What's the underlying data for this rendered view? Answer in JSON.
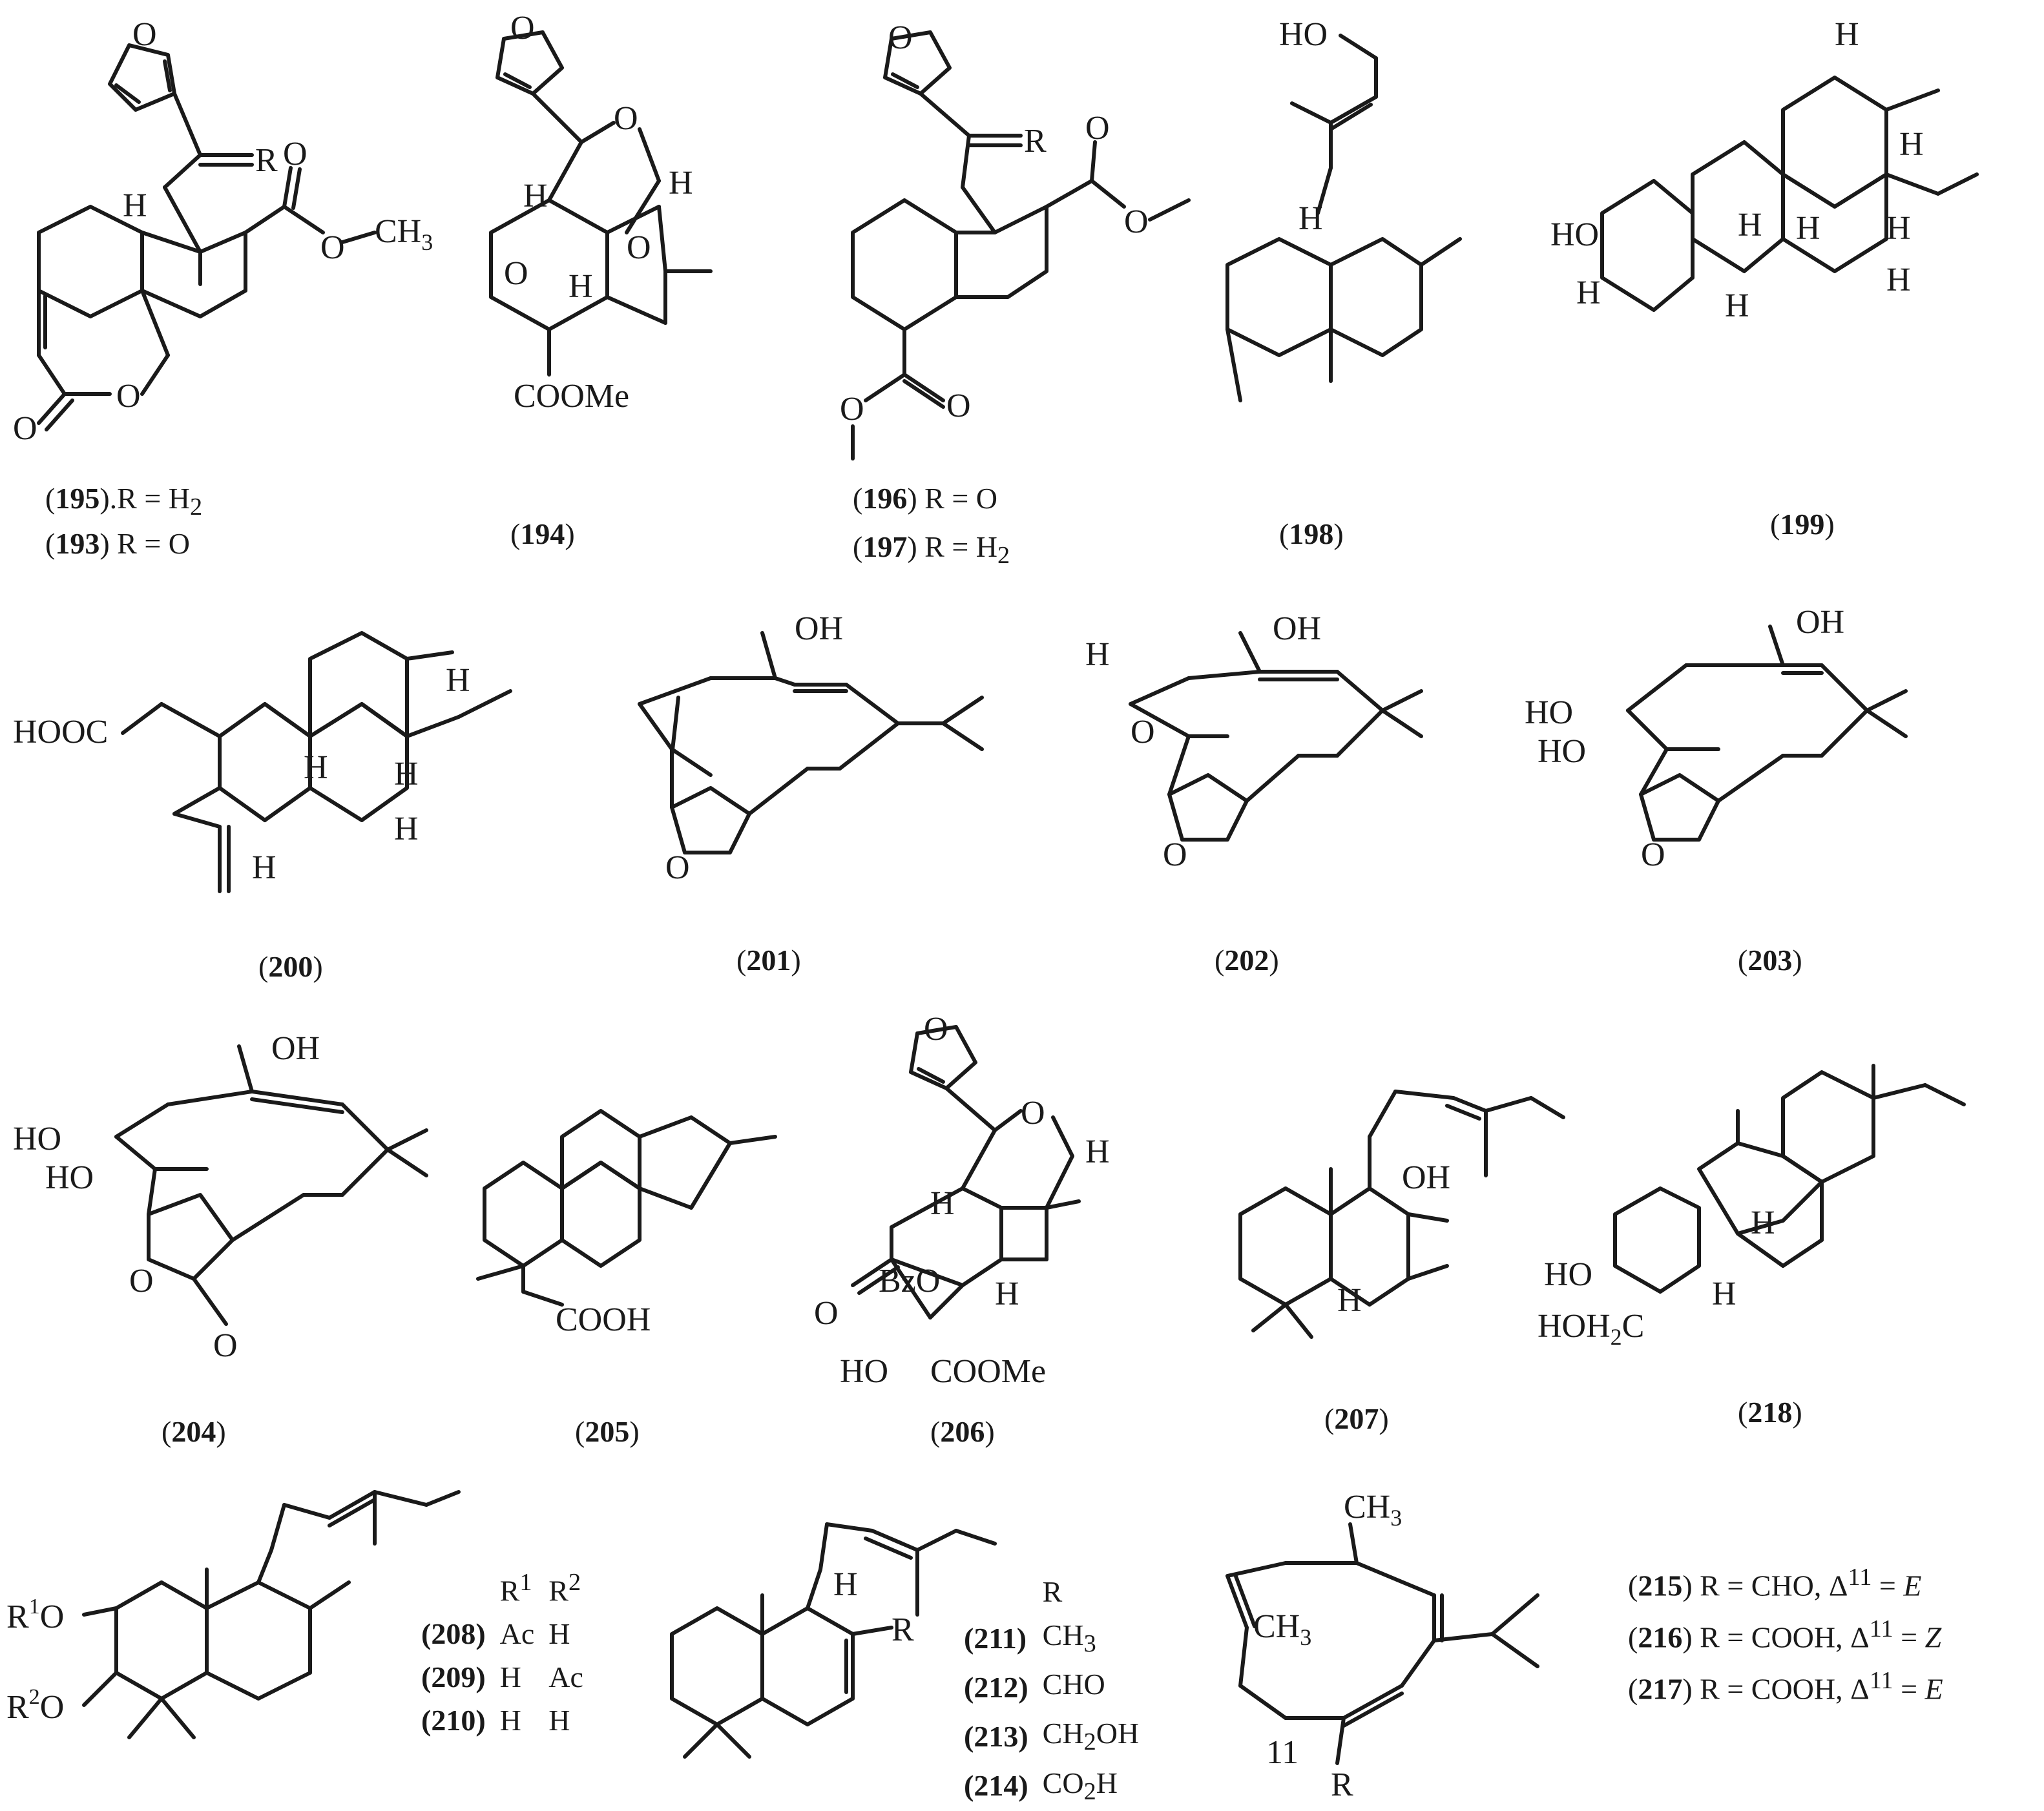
{
  "compounds": [
    {
      "key": "c193_195",
      "label_lines": [
        {
          "id": "195",
          "text": ".R = H",
          "sub": "2"
        },
        {
          "id": "193",
          "text": " R = O",
          "sub": ""
        }
      ],
      "atoms": {
        "furan_o": "O",
        "ring_o": "O",
        "carbonyl_o": "O",
        "ester_o": "O",
        "ester_o2": "O",
        "methyl": "CH",
        "methyl_sub": "3",
        "lactone_o": "O",
        "lactone_co": "O",
        "h": "H",
        "r": "R"
      }
    },
    {
      "key": "c194",
      "label_lines": [
        {
          "id": "194",
          "text": "",
          "sub": ""
        }
      ],
      "atoms": {
        "furan_o": "O",
        "o1": "O",
        "o2": "O",
        "o3": "O",
        "h1": "H",
        "h2": "H",
        "h3": "H",
        "coome": "COOMe"
      }
    },
    {
      "key": "c196_197",
      "label_lines": [
        {
          "id": "196",
          "text": "  R = O",
          "sub": ""
        },
        {
          "id": "197",
          "text": "  R = H",
          "sub": "2"
        }
      ],
      "atoms": {
        "furan_o": "O",
        "r": "R",
        "o1": "O",
        "o2": "O",
        "o3": "O",
        "o4": "O"
      }
    },
    {
      "key": "c198",
      "label_lines": [
        {
          "id": "198",
          "text": "",
          "sub": ""
        }
      ],
      "atoms": {
        "ho": "HO",
        "h": "H"
      }
    },
    {
      "key": "c199",
      "label_lines": [
        {
          "id": "199",
          "text": "",
          "sub": ""
        }
      ],
      "atoms": {
        "ho": "HO",
        "h": "H"
      }
    },
    {
      "key": "c200",
      "label_lines": [
        {
          "id": "200",
          "text": "",
          "sub": ""
        }
      ],
      "atoms": {
        "hooc": "HOOC",
        "h": "H"
      }
    },
    {
      "key": "c201",
      "label_lines": [
        {
          "id": "201",
          "text": "",
          "sub": ""
        }
      ],
      "atoms": {
        "oh": "OH",
        "o": "O"
      }
    },
    {
      "key": "c202",
      "label_lines": [
        {
          "id": "202",
          "text": "",
          "sub": ""
        }
      ],
      "atoms": {
        "oh": "OH",
        "o": "O",
        "h": "H"
      }
    },
    {
      "key": "c203",
      "label_lines": [
        {
          "id": "203",
          "text": "",
          "sub": ""
        }
      ],
      "atoms": {
        "oh": "OH",
        "ho": "HO",
        "o": "O"
      }
    },
    {
      "key": "c204",
      "label_lines": [
        {
          "id": "204",
          "text": "",
          "sub": ""
        }
      ],
      "atoms": {
        "oh": "OH",
        "ho": "HO",
        "o": "O"
      }
    },
    {
      "key": "c205",
      "label_lines": [
        {
          "id": "205",
          "text": "",
          "sub": ""
        }
      ],
      "atoms": {
        "cooh": "COOH"
      }
    },
    {
      "key": "c206",
      "label_lines": [
        {
          "id": "206",
          "text": "",
          "sub": ""
        }
      ],
      "atoms": {
        "o": "O",
        "h": "H",
        "bzo": "BzO",
        "ho": "HO",
        "coome": "COOMe"
      }
    },
    {
      "key": "c207",
      "label_lines": [
        {
          "id": "207",
          "text": "",
          "sub": ""
        }
      ],
      "atoms": {
        "oh": "OH",
        "h": "H"
      }
    },
    {
      "key": "c218",
      "label_lines": [
        {
          "id": "218",
          "text": "",
          "sub": ""
        }
      ],
      "atoms": {
        "ho": "HO",
        "hoh2c": "HOH",
        "hoh2c_sub": "2",
        "hoh2c_c": "C",
        "h": "H"
      }
    }
  ],
  "bottom": {
    "s208": {
      "atoms": {
        "r1o": "R",
        "r1_sup": "1",
        "r1o_o": "O",
        "r2o": "R",
        "r2_sup": "2",
        "r2o_o": "O"
      },
      "table_header": [
        "",
        "R",
        "R"
      ],
      "table_header_sup": [
        "",
        "1",
        "2"
      ],
      "rows": [
        {
          "id": "208",
          "r1": "Ac",
          "r2": "H"
        },
        {
          "id": "209",
          "r1": "H",
          "r2": "Ac"
        },
        {
          "id": "210",
          "r1": "H",
          "r2": "H"
        }
      ]
    },
    "s211": {
      "atoms": {
        "h": "H",
        "r": "R"
      },
      "table_header": "R",
      "rows": [
        {
          "id": "211",
          "r": "CH",
          "sub": "3",
          "tail": ""
        },
        {
          "id": "212",
          "r": "CHO",
          "sub": "",
          "tail": ""
        },
        {
          "id": "213",
          "r": "CH",
          "sub": "2",
          "tail": "OH"
        },
        {
          "id": "214",
          "r": "CO",
          "sub": "2",
          "tail": "H"
        }
      ]
    },
    "s215": {
      "atoms": {
        "ch3": "CH",
        "ch3_sub": "3",
        "num": "11",
        "r": "R"
      },
      "rows": [
        {
          "id": "215",
          "text": " R = CHO, Δ",
          "sup": "11",
          "eq": " = ",
          "iso": "E"
        },
        {
          "id": "216",
          "text": " R = COOH, Δ",
          "sup": "11",
          "eq": " = ",
          "iso": "Z"
        },
        {
          "id": "217",
          "text": " R = COOH, Δ",
          "sup": "11",
          "eq": " = ",
          "iso": "E"
        }
      ]
    }
  }
}
